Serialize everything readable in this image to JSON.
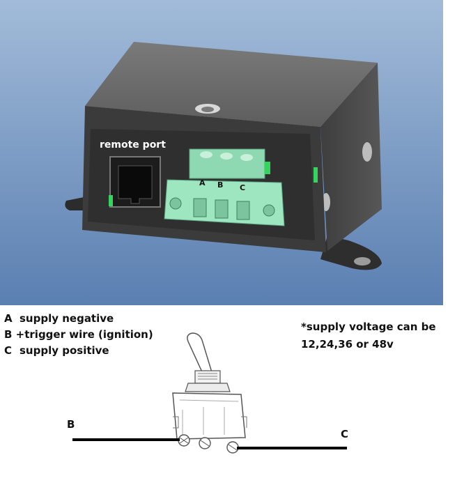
{
  "photo": {
    "port_label": "remote port",
    "terminals": [
      "A",
      "B",
      "C"
    ]
  },
  "legend": {
    "a_key": "A",
    "a_text": "supply negative",
    "b_key": "B",
    "b_text": "+trigger wire (ignition)",
    "c_key": "C",
    "c_text": "supply positive"
  },
  "note": {
    "line1": "*supply voltage can be",
    "line2": "12,24,36 or 48v"
  },
  "wiring": {
    "left_label": "B",
    "right_label": "C"
  },
  "colors": {
    "background_gradient_top": "#9fb8d6",
    "background_gradient_bottom": "#5f82b3",
    "enclosure": "#4a4a4a",
    "connector": "#9ee6bf",
    "wire": "#000000"
  }
}
